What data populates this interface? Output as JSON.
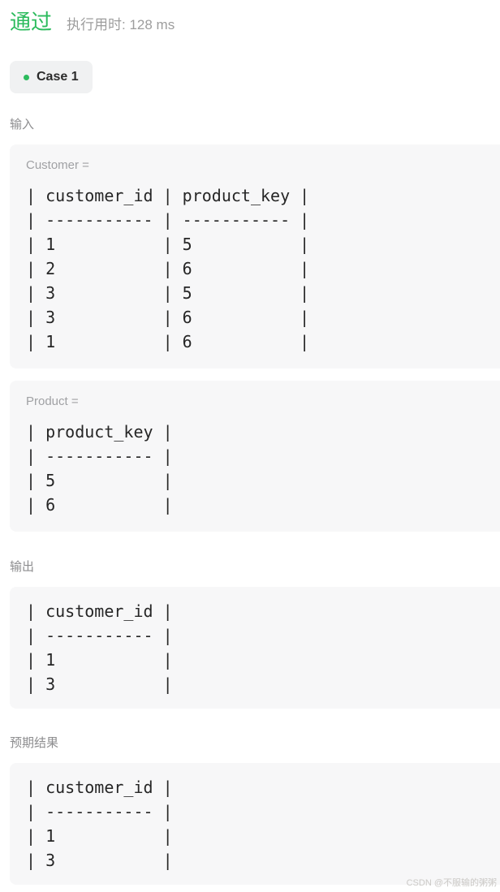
{
  "header": {
    "status": "通过",
    "runtime": "执行用时: 128 ms"
  },
  "case_tab": {
    "label": "Case 1",
    "dot_icon": "status-dot",
    "dot_color": "#2cbb5d"
  },
  "sections": {
    "input": {
      "title": "输入",
      "blocks": [
        {
          "var_label": "Customer =",
          "lines": [
            "| customer_id | product_key |",
            "| ----------- | ----------- |",
            "| 1           | 5           |",
            "| 2           | 6           |",
            "| 3           | 5           |",
            "| 3           | 6           |",
            "| 1           | 6           |"
          ]
        },
        {
          "var_label": "Product =",
          "lines": [
            "| product_key |",
            "| ----------- |",
            "| 5           |",
            "| 6           |"
          ]
        }
      ]
    },
    "output": {
      "title": "输出",
      "lines": [
        "| customer_id |",
        "| ----------- |",
        "| 1           |",
        "| 3           |"
      ]
    },
    "expected": {
      "title": "预期结果",
      "lines": [
        "| customer_id |",
        "| ----------- |",
        "| 1           |",
        "| 3           |"
      ]
    }
  },
  "watermark": "CSDN @不服输的粥粥",
  "colors": {
    "status_green": "#2cbb5d",
    "code_text": "#262626",
    "block_bg": "#f7f7f8",
    "pill_bg": "#f0f1f2"
  }
}
